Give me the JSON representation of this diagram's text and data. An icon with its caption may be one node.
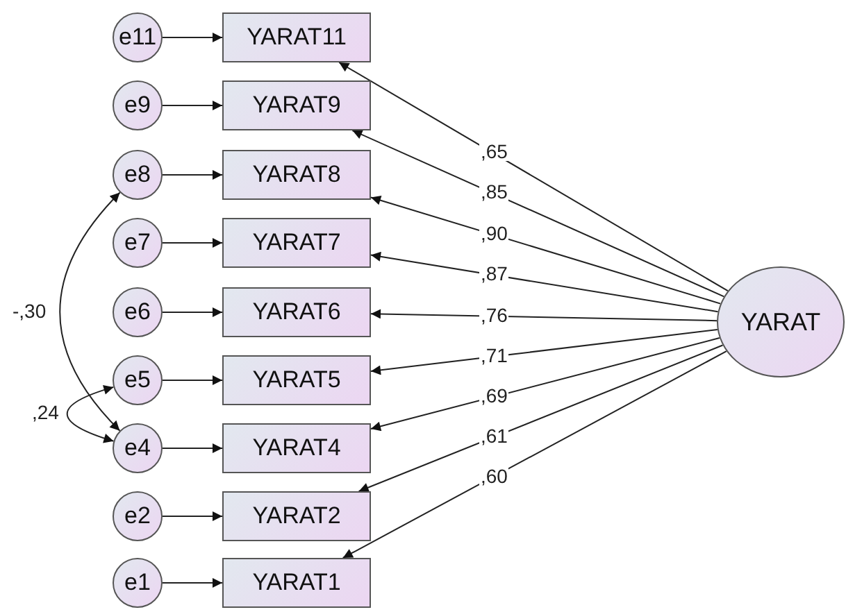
{
  "diagram": {
    "nodes": [
      {
        "text": [
          "e11"
        ]
      },
      {
        "text": [
          "YARAT11"
        ]
      },
      {
        "text": [
          "e9"
        ]
      },
      {
        "text": [
          "YARAT9"
        ]
      },
      {
        "text": [
          "e8"
        ]
      },
      {
        "text": [
          "YARAT8"
        ]
      },
      {
        "text": [
          "e7"
        ]
      },
      {
        "text": [
          "YARAT7"
        ]
      },
      {
        "text": [
          "e6"
        ]
      },
      {
        "text": [
          "YARAT6"
        ]
      },
      {
        "text": [
          "e5"
        ]
      },
      {
        "text": [
          "YARAT5"
        ]
      },
      {
        "text": [
          "e4"
        ]
      },
      {
        "text": [
          "YARAT4"
        ]
      },
      {
        "text": [
          "e2"
        ]
      },
      {
        "text": [
          "YARAT2"
        ]
      },
      {
        "text": [
          "e1"
        ]
      },
      {
        "text": [
          "YARAT1"
        ]
      },
      {
        "text": [
          "YARAT"
        ]
      }
    ],
    "edges": [
      {
        "from": 0,
        "to": 1,
        "arrow": "to"
      },
      {
        "from": 2,
        "to": 3,
        "arrow": "to"
      },
      {
        "from": 4,
        "to": 5,
        "arrow": "to"
      },
      {
        "from": 6,
        "to": 7,
        "arrow": "to"
      },
      {
        "from": 8,
        "to": 9,
        "arrow": "to"
      },
      {
        "from": 10,
        "to": 11,
        "arrow": "to"
      },
      {
        "from": 12,
        "to": 13,
        "arrow": "to"
      },
      {
        "from": 14,
        "to": 15,
        "arrow": "to"
      },
      {
        "from": 16,
        "to": 17,
        "arrow": "to"
      },
      {
        "from": 18,
        "to": 1,
        "arrow": "to",
        "label": ",65"
      },
      {
        "from": 18,
        "to": 3,
        "arrow": "to",
        "label": ",85"
      },
      {
        "from": 18,
        "to": 5,
        "arrow": "to",
        "label": ",90"
      },
      {
        "from": 18,
        "to": 7,
        "arrow": "to",
        "label": ",87"
      },
      {
        "from": 18,
        "to": 9,
        "arrow": "to",
        "label": ",76"
      },
      {
        "from": 18,
        "to": 11,
        "arrow": "to",
        "label": ",71"
      },
      {
        "from": 18,
        "to": 13,
        "arrow": "to",
        "label": ",69"
      },
      {
        "from": 18,
        "to": 15,
        "arrow": "to",
        "label": ",61"
      },
      {
        "from": 18,
        "to": 17,
        "arrow": "to",
        "label": ",60"
      },
      {
        "from": 4,
        "to": 12,
        "arrow": "both",
        "label": "-,30"
      },
      {
        "from": 10,
        "to": 12,
        "arrow": "both",
        "label": ",24"
      }
    ]
  }
}
